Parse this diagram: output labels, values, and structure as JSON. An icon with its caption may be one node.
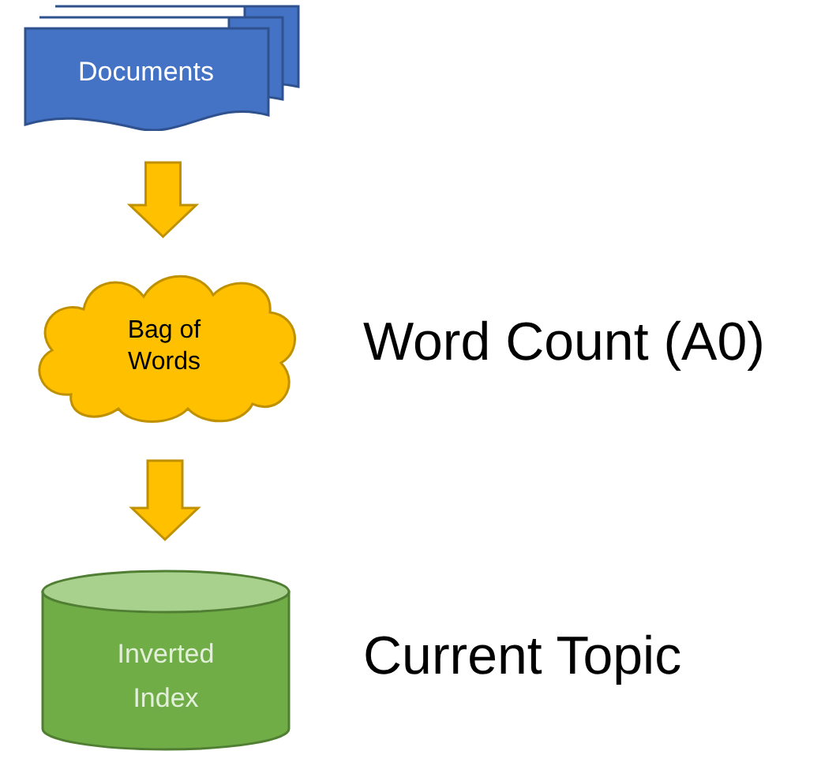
{
  "diagram": {
    "nodes": [
      {
        "text": [
          "Documents"
        ]
      },
      {
        "text": [
          "Bag of Words"
        ],
        "beside": [
          "Word Count (A0)"
        ]
      },
      {
        "text": [
          "Inverted Index"
        ],
        "beside": [
          "Current Topic"
        ]
      }
    ],
    "edges": [
      {
        "from": 0,
        "to": 1,
        "arrow": "to"
      },
      {
        "from": 1,
        "to": 2,
        "arrow": "to"
      }
    ]
  }
}
